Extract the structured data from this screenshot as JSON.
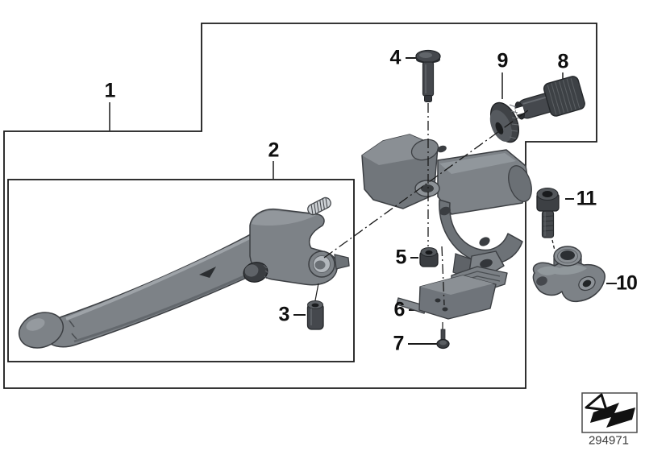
{
  "figure": {
    "type": "exploded-parts-diagram",
    "background": "#ffffff",
    "line_color": "#1a1a1a",
    "part_color": "#7d8287",
    "dark_part_color": "#3f4347",
    "callouts": [
      {
        "label": "1"
      },
      {
        "label": "2"
      },
      {
        "label": "3"
      },
      {
        "label": "4"
      },
      {
        "label": "5"
      },
      {
        "label": "6"
      },
      {
        "label": "7"
      },
      {
        "label": "8"
      },
      {
        "label": "9"
      },
      {
        "label": "10"
      },
      {
        "label": "11"
      }
    ],
    "doc_number": "294971",
    "logo_icon": "direction-arrow-icon"
  }
}
